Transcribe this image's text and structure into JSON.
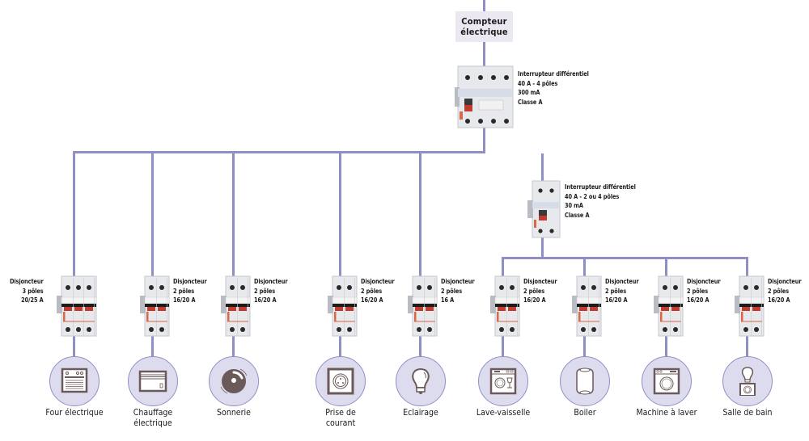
{
  "meter": {
    "line1": "Compteur",
    "line2": "électrique"
  },
  "main_rcd": {
    "lines": [
      "Interrupteur différentiel",
      "40 A - 4 pôles",
      "300 mA",
      "Classe A"
    ]
  },
  "secondary_rcd": {
    "lines": [
      "Interrupteur différentiel",
      "40 A - 2 ou 4 pôles",
      "30 mA",
      "Classe A"
    ]
  },
  "circuits": [
    {
      "breaker": [
        "Disjoncteur",
        "3 pôles",
        "20/25 A"
      ],
      "poles": 3,
      "appliance": [
        "Four électrique"
      ],
      "icon": "oven-icon"
    },
    {
      "breaker": [
        "Disjoncteur",
        "2 pôles",
        "16/20 A"
      ],
      "poles": 2,
      "appliance": [
        "Chauffage",
        "électrique"
      ],
      "icon": "heater-icon"
    },
    {
      "breaker": [
        "Disjoncteur",
        "2 pôles",
        "16/20 A"
      ],
      "poles": 2,
      "appliance": [
        "Sonnerie"
      ],
      "icon": "doorbell-icon"
    },
    {
      "breaker": [
        "Disjoncteur",
        "2 pôles",
        "16/20 A"
      ],
      "poles": 2,
      "appliance": [
        "Prise de",
        "courant"
      ],
      "icon": "socket-icon"
    },
    {
      "breaker": [
        "Disjoncteur",
        "2 pôles",
        "16 A"
      ],
      "poles": 2,
      "appliance": [
        "Eclairage"
      ],
      "icon": "lightbulb-icon"
    },
    {
      "breaker": [
        "Disjoncteur",
        "2 pôles",
        "16/20 A"
      ],
      "poles": 2,
      "appliance": [
        "Lave-vaisselle"
      ],
      "icon": "dishwasher-icon"
    },
    {
      "breaker": [
        "Disjoncteur",
        "2 pôles",
        "16/20 A"
      ],
      "poles": 2,
      "appliance": [
        "Boiler"
      ],
      "icon": "water-heater-icon"
    },
    {
      "breaker": [
        "Disjoncteur",
        "2 pôles",
        "16/20 A"
      ],
      "poles": 2,
      "appliance": [
        "Machine à laver"
      ],
      "icon": "washing-machine-icon"
    },
    {
      "breaker": [
        "Disjoncteur",
        "2 pôles",
        "16/20 A"
      ],
      "poles": 2,
      "appliance": [
        "Salle de bain"
      ],
      "icon": "bathroom-icon"
    }
  ],
  "colors": {
    "wire": "#8f8fc6",
    "circle_fill": "#dcdcee",
    "meter_fill": "#ebe8f2",
    "icon_stroke": "#6b5a5a"
  }
}
